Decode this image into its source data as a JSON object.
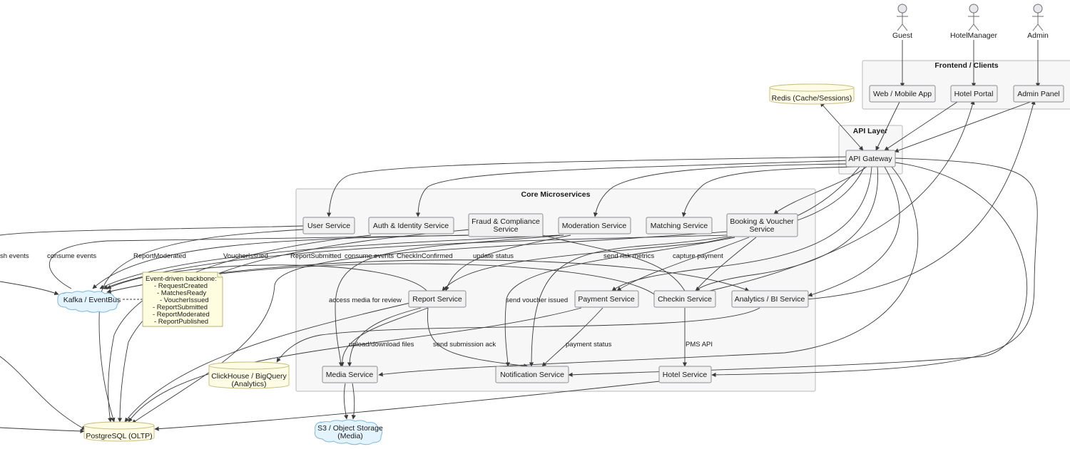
{
  "actors": {
    "guest": "Guest",
    "hotel_manager": "HotelManager",
    "admin": "Admin"
  },
  "groups": {
    "frontend": "Frontend / Clients",
    "api_layer": "API Layer",
    "core": "Core Microservices"
  },
  "nodes": {
    "web_app": "Web / Mobile App",
    "hotel_portal": "Hotel Portal",
    "admin_panel": "Admin Panel",
    "api_gateway": "API Gateway",
    "user_service": "User Service",
    "auth_service": "Auth & Identity Service",
    "fraud_line1": "Fraud & Compliance",
    "fraud_line2": "Service",
    "moderation_service": "Moderation Service",
    "matching_service": "Matching Service",
    "booking_line1": "Booking & Voucher",
    "booking_line2": "Service",
    "report_service": "Report Service",
    "payment_service": "Payment Service",
    "checkin_service": "Checkin Service",
    "analytics_service": "Analytics / BI Service",
    "media_service": "Media Service",
    "notification_service": "Notification Service",
    "hotel_service": "Hotel Service"
  },
  "stores": {
    "redis": "Redis (Cache/Sessions)",
    "kafka": "Kafka / EventBus",
    "clickhouse_line1": "ClickHouse / BigQuery",
    "clickhouse_line2": "(Analytics)",
    "postgres": "PostgreSQL (OLTP)",
    "s3_line1": "S3 / Object Storage",
    "s3_line2": "(Media)"
  },
  "note": {
    "lines": [
      "Event-driven backbone:",
      "- RequestCreated",
      "- MatchesReady",
      "- VoucherIssued",
      "- ReportSubmitted",
      "- ReportModerated",
      "- ReportPublished"
    ]
  },
  "edge_labels": {
    "publish_events": "sh events",
    "consume_events_1": "consume events",
    "report_moderated": "ReportModerated",
    "voucher_issued": "VoucherIssued",
    "report_submitted": "ReportSubmitted",
    "consume_events_2": "consume events",
    "checkin_confirmed": "CheckInConfirmed",
    "update_status": "update status",
    "send_risk_metrics": "send risk metrics",
    "capture_payment": "capture payment",
    "access_media": "access media for review",
    "send_voucher_issued": "send voucher issued",
    "upload_download": "upload/download files",
    "send_submission_ack": "send submission ack",
    "payment_status": "payment status",
    "pms_api": "PMS API"
  },
  "colors": {
    "node_fill": "#f1f1f2",
    "database_fill": "#fefce4",
    "cloud_fill": "#e4f4fd",
    "note_fill": "#fefde0",
    "edge": "#3b3b3b"
  }
}
